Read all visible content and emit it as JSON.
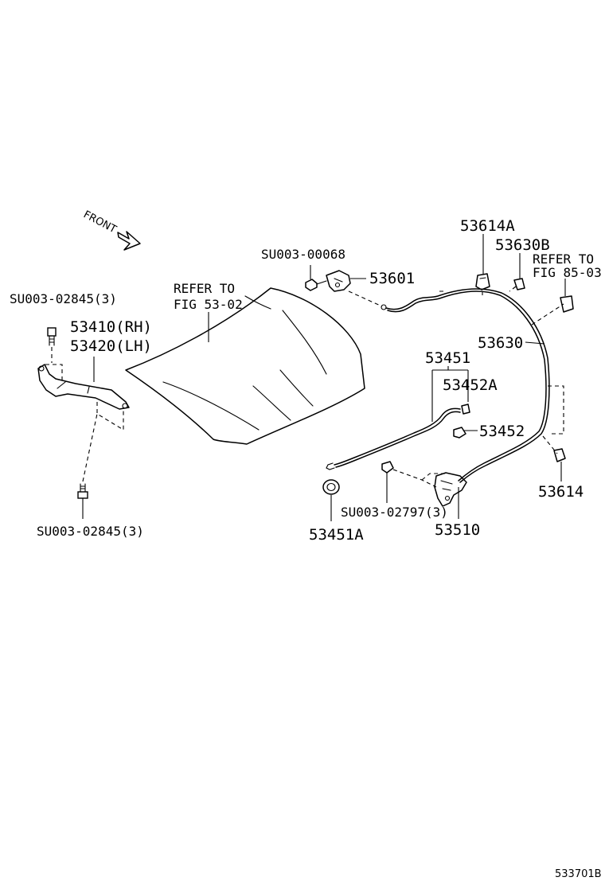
{
  "labels": {
    "front": "FRONT",
    "bolt_upper_left": "SU003-02845(3)",
    "hinge_rh": "53410(RH)",
    "hinge_lh": "53420(LH)",
    "bolt_lower_left": "SU003-02845(3)",
    "refer_hood_1": "REFER TO",
    "refer_hood_2": "FIG 53-02",
    "bolt_latch_upper": "SU003-00068",
    "latch_upper": "53601",
    "clip_a": "53614A",
    "clip_b": "53630B",
    "refer_cable_1": "REFER TO",
    "refer_cable_2": "FIG 85-03",
    "cable": "53630",
    "release_cable": "53451",
    "clip_452a": "53452A",
    "clip_452": "53452",
    "clip_614": "53614",
    "bolt_lock": "SU003-02797(3)",
    "lock": "53510",
    "cushion": "53451A",
    "figure_code": "533701B"
  }
}
